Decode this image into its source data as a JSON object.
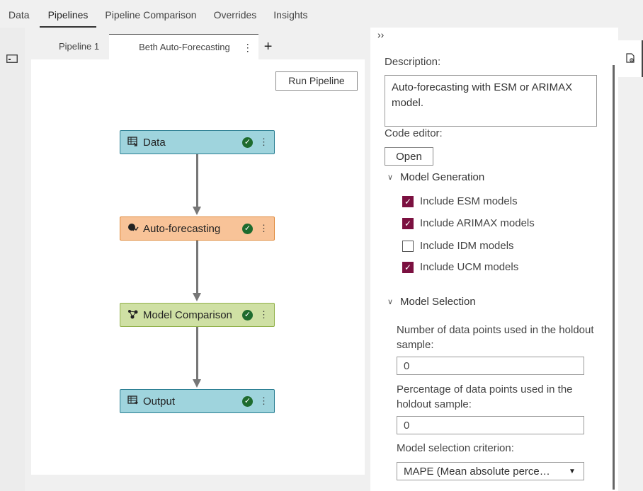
{
  "topnav": {
    "tabs": [
      {
        "label": "Data"
      },
      {
        "label": "Pipelines"
      },
      {
        "label": "Pipeline Comparison"
      },
      {
        "label": "Overrides"
      },
      {
        "label": "Insights"
      }
    ],
    "active": "Pipelines"
  },
  "subtabs": {
    "items": [
      {
        "label": "Pipeline 1"
      },
      {
        "label": "Beth Auto-Forecasting"
      }
    ],
    "active": "Beth Auto-Forecasting",
    "kebab": "⋮",
    "add": "+"
  },
  "canvas": {
    "run_button": "Run Pipeline",
    "nodes": [
      {
        "label": "Data",
        "icon": "data-table-icon",
        "status": "complete",
        "color": "#9fd4dd"
      },
      {
        "label": "Auto-forecasting",
        "icon": "auto-forecasting-icon",
        "status": "complete",
        "color": "#f8c398"
      },
      {
        "label": "Model Comparison",
        "icon": "model-comparison-icon",
        "status": "complete",
        "color": "#cfe0a4"
      },
      {
        "label": "Output",
        "icon": "output-table-icon",
        "status": "complete",
        "color": "#9fd4dd"
      }
    ],
    "check_glyph": "✓",
    "kebab_glyph": "⋮"
  },
  "props": {
    "collapse_glyph": "››",
    "description_label": "Description:",
    "description_value": "Auto-forecasting with ESM or ARIMAX model.",
    "code_editor_label": "Code editor:",
    "open_button": "Open",
    "model_generation": {
      "title": "Model Generation",
      "options": [
        {
          "label": "Include ESM models",
          "checked": true
        },
        {
          "label": "Include ARIMAX models",
          "checked": true
        },
        {
          "label": "Include IDM models",
          "checked": false
        },
        {
          "label": "Include UCM models",
          "checked": true
        }
      ]
    },
    "model_selection": {
      "title": "Model Selection",
      "holdout_count_label": "Number of data points used in the holdout sample:",
      "holdout_count_value": "0",
      "holdout_pct_label": "Percentage of data points used in the holdout sample:",
      "holdout_pct_value": "0",
      "criterion_label": "Model selection criterion:",
      "criterion_value": "MAPE (Mean absolute perce…"
    },
    "chevron_glyph": "∨",
    "dropdown_glyph": "▼"
  },
  "colors": {
    "accent_checkbox": "#7b1040",
    "check_status": "#1e6b2e",
    "node_teal_border": "#2c7f93",
    "node_orange_border": "#e08a3c",
    "node_green_border": "#93b24d"
  }
}
